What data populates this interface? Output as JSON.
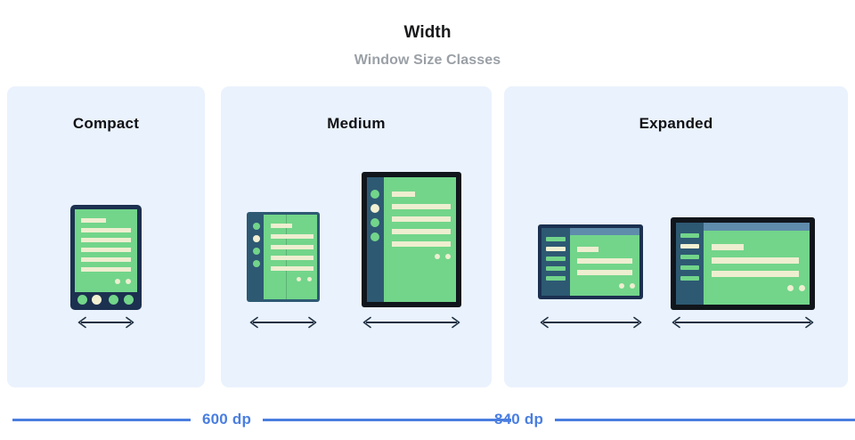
{
  "header": {
    "title": "Width",
    "subtitle": "Window Size Classes"
  },
  "panels": [
    {
      "id": "compact",
      "label": "Compact"
    },
    {
      "id": "medium",
      "label": "Medium"
    },
    {
      "id": "expanded",
      "label": "Expanded"
    }
  ],
  "devices": {
    "compact_phone": {
      "name": "phone",
      "frame_color": "#1c3050",
      "screen_color": "#72d58a",
      "content_color": "#eeeed0",
      "nav_dots": [
        "green",
        "cream",
        "green",
        "green"
      ],
      "content_lines": 6,
      "fab_dots": 2
    },
    "medium_foldable": {
      "name": "foldable",
      "frame_color": "#2e5973",
      "rail_dots": [
        "green",
        "cream",
        "green",
        "green"
      ],
      "content_lines": 5,
      "fab_dots": 2,
      "has_fold_line": true
    },
    "medium_tablet_portrait": {
      "name": "tablet-portrait",
      "frame_color": "#11161c",
      "rail_dots": [
        "green",
        "cream",
        "green",
        "green"
      ],
      "content_lines": 5,
      "fab_dots": 2
    },
    "expanded_tablet_small": {
      "name": "tablet-landscape-small",
      "frame_color": "#1c3050",
      "rail_bars": [
        "green",
        "cream",
        "green",
        "green",
        "green"
      ],
      "content_lines": 3,
      "fab_dots": 2,
      "has_topbar": true
    },
    "expanded_tablet_large": {
      "name": "tablet-landscape-large",
      "frame_color": "#11161c",
      "rail_bars": [
        "green",
        "cream",
        "green",
        "green",
        "green"
      ],
      "content_lines": 3,
      "fab_dots": 2,
      "has_topbar": true
    }
  },
  "measures": [
    {
      "id": "m600",
      "label": "600 dp"
    },
    {
      "id": "m840",
      "label": "840 dp"
    }
  ],
  "colors": {
    "panel_bg": "#eaf2fd",
    "accent_blue": "#4a7ee0",
    "screen_green": "#72d58a",
    "content_cream": "#eeeed0",
    "rail_slate": "#2e5973",
    "frame_navy": "#1c3050",
    "frame_black": "#11161c",
    "title_dark": "#18191b",
    "subtitle_gray": "#9aa0a6",
    "arrow_navy": "#1f3042"
  }
}
